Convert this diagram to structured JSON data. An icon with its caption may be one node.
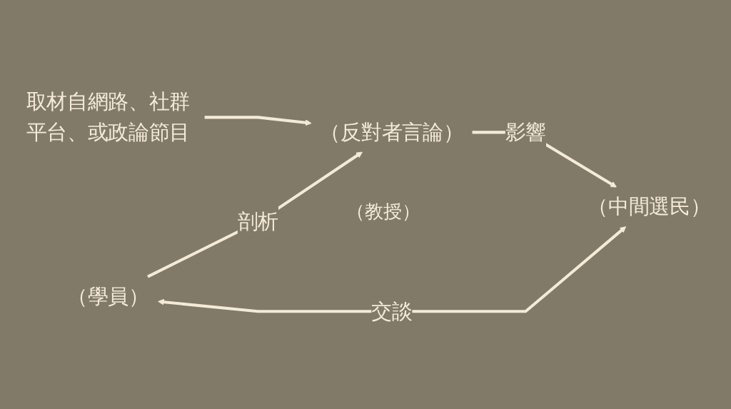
{
  "diagram": {
    "nodes": [
      {
        "text": [
          "（反對者言論）"
        ]
      },
      {
        "text": [
          "取材自網路、社群平台、或政論節目"
        ]
      },
      {
        "text": [
          "（學員）"
        ]
      },
      {
        "text": [
          "（中間選民）"
        ]
      }
    ],
    "edges": [
      {
        "from": 1,
        "to": 0,
        "arrow": "to"
      },
      {
        "from": 2,
        "to": 0,
        "label": "剖析",
        "arrow": "to"
      },
      {
        "from": 0,
        "to": 3,
        "label": "影響",
        "arrow": "to"
      },
      {
        "from": 2,
        "to": 3,
        "label": "交談",
        "arrow": "both"
      }
    ],
    "labels": [
      "（教授）"
    ]
  }
}
